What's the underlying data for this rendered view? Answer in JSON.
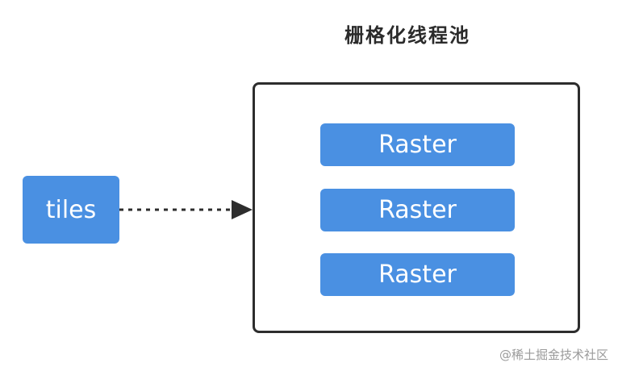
{
  "title": "栅格化线程池",
  "source": {
    "label": "tiles",
    "color": "#4a90e2"
  },
  "pool": {
    "workers": [
      {
        "label": "Raster"
      },
      {
        "label": "Raster"
      },
      {
        "label": "Raster"
      }
    ],
    "border_color": "#2d2d2d"
  },
  "connector": {
    "style": "dashed-arrow",
    "from": "tiles",
    "to": "pool"
  },
  "watermark": "@稀土掘金技术社区"
}
